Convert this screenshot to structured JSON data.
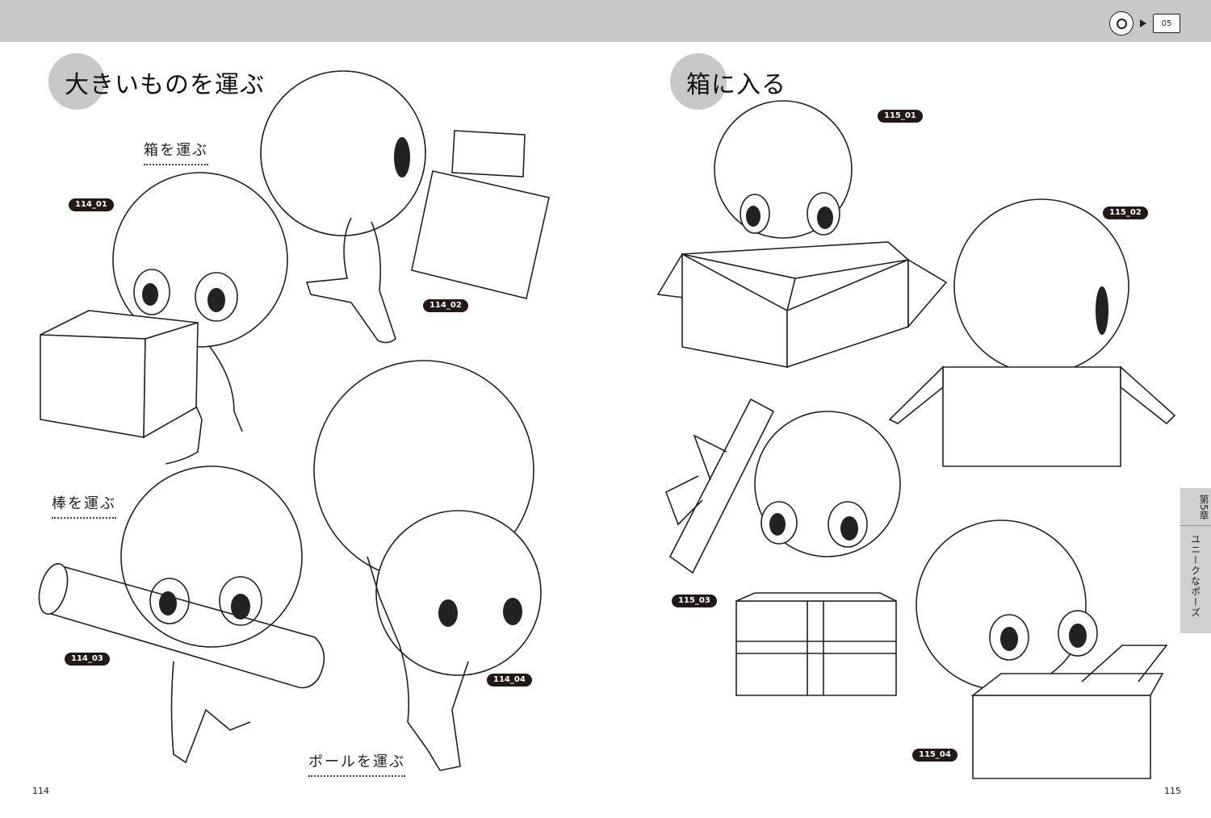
{
  "header": {
    "nav_icons": [
      "disc-icon",
      "play-arrow-icon",
      "folder-icon"
    ],
    "folder_label": "05"
  },
  "left_page": {
    "section_title": "大きいものを運ぶ",
    "subsections": [
      {
        "label": "箱を運ぶ"
      },
      {
        "label": "棒を運ぶ"
      },
      {
        "label": "ボールを運ぶ"
      }
    ],
    "badges": [
      "114_01",
      "114_02",
      "114_03",
      "114_04"
    ],
    "page_number": "114"
  },
  "right_page": {
    "section_title": "箱に入る",
    "badges": [
      "115_01",
      "115_02",
      "115_03",
      "115_04"
    ],
    "page_number": "115"
  },
  "side_tab": {
    "chapter": "第5章",
    "chapter_name": "ユニークなポーズ"
  }
}
